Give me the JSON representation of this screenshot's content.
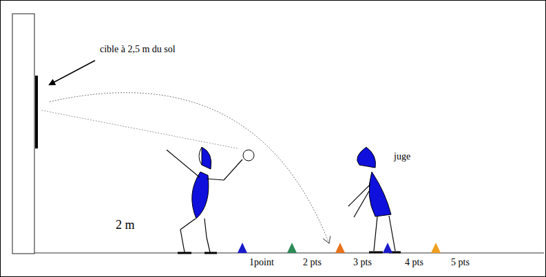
{
  "diagram": {
    "labels": [
      "cible à 2,5 m du sol",
      "2 m",
      "juge",
      "1point",
      "2 pts",
      "3 pts",
      "4 pts",
      "5 pts"
    ]
  }
}
